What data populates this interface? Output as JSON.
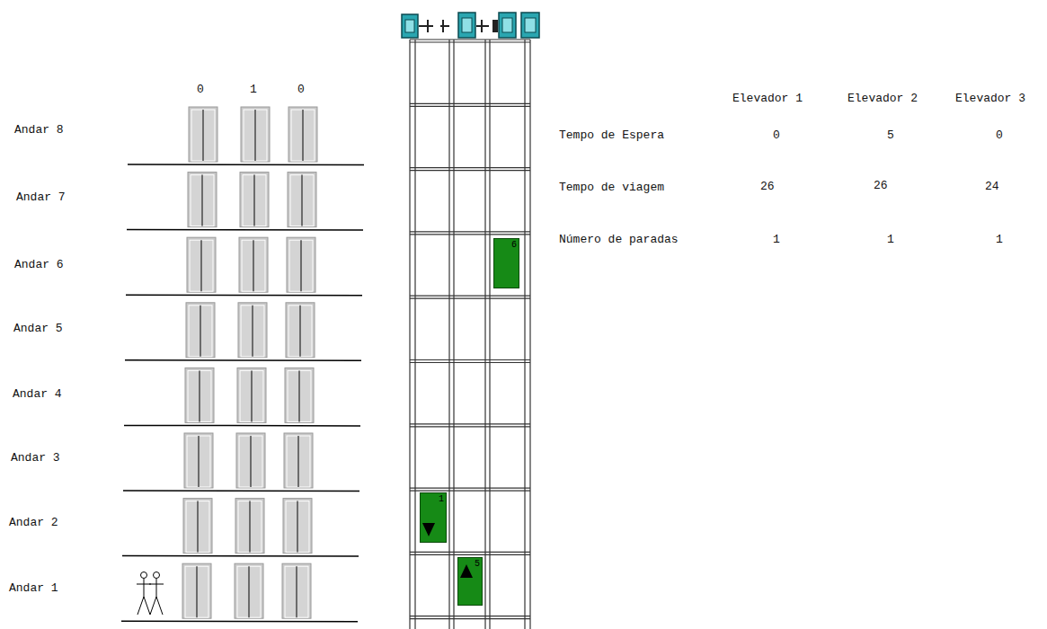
{
  "diagram": {
    "nodes": [
      {
        "text": [
          "6"
        ]
      },
      {
        "text": [
          "1"
        ]
      },
      {
        "text": [
          "5"
        ]
      }
    ],
    "labels": [
      "0",
      "1",
      "0",
      "Andar 8",
      "Andar 7",
      "Andar 6",
      "Andar 5",
      "Andar 4",
      "Andar 3",
      "Andar 2",
      "Andar 1",
      "Elevador 1",
      "Elevador 2",
      "Elevador 3",
      "Tempo de Espera",
      "0",
      "5",
      "0",
      "Tempo de viagem",
      "26",
      "26",
      "24",
      "Número de paradas",
      "1",
      "1",
      "1"
    ]
  }
}
